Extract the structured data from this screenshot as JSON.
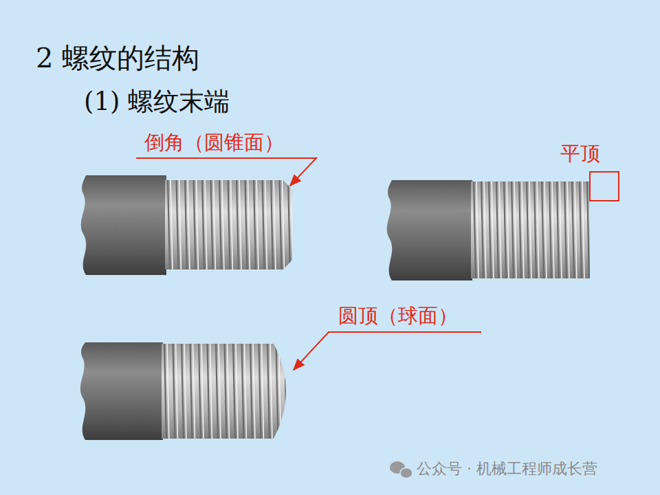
{
  "diagram": {
    "title": "2 螺纹的结构",
    "labels": [
      "(1) 螺纹末端",
      "倒角（圆锥面）",
      "平顶",
      "圆顶（球面）",
      "公众号 · 机械工程师成长营"
    ]
  }
}
